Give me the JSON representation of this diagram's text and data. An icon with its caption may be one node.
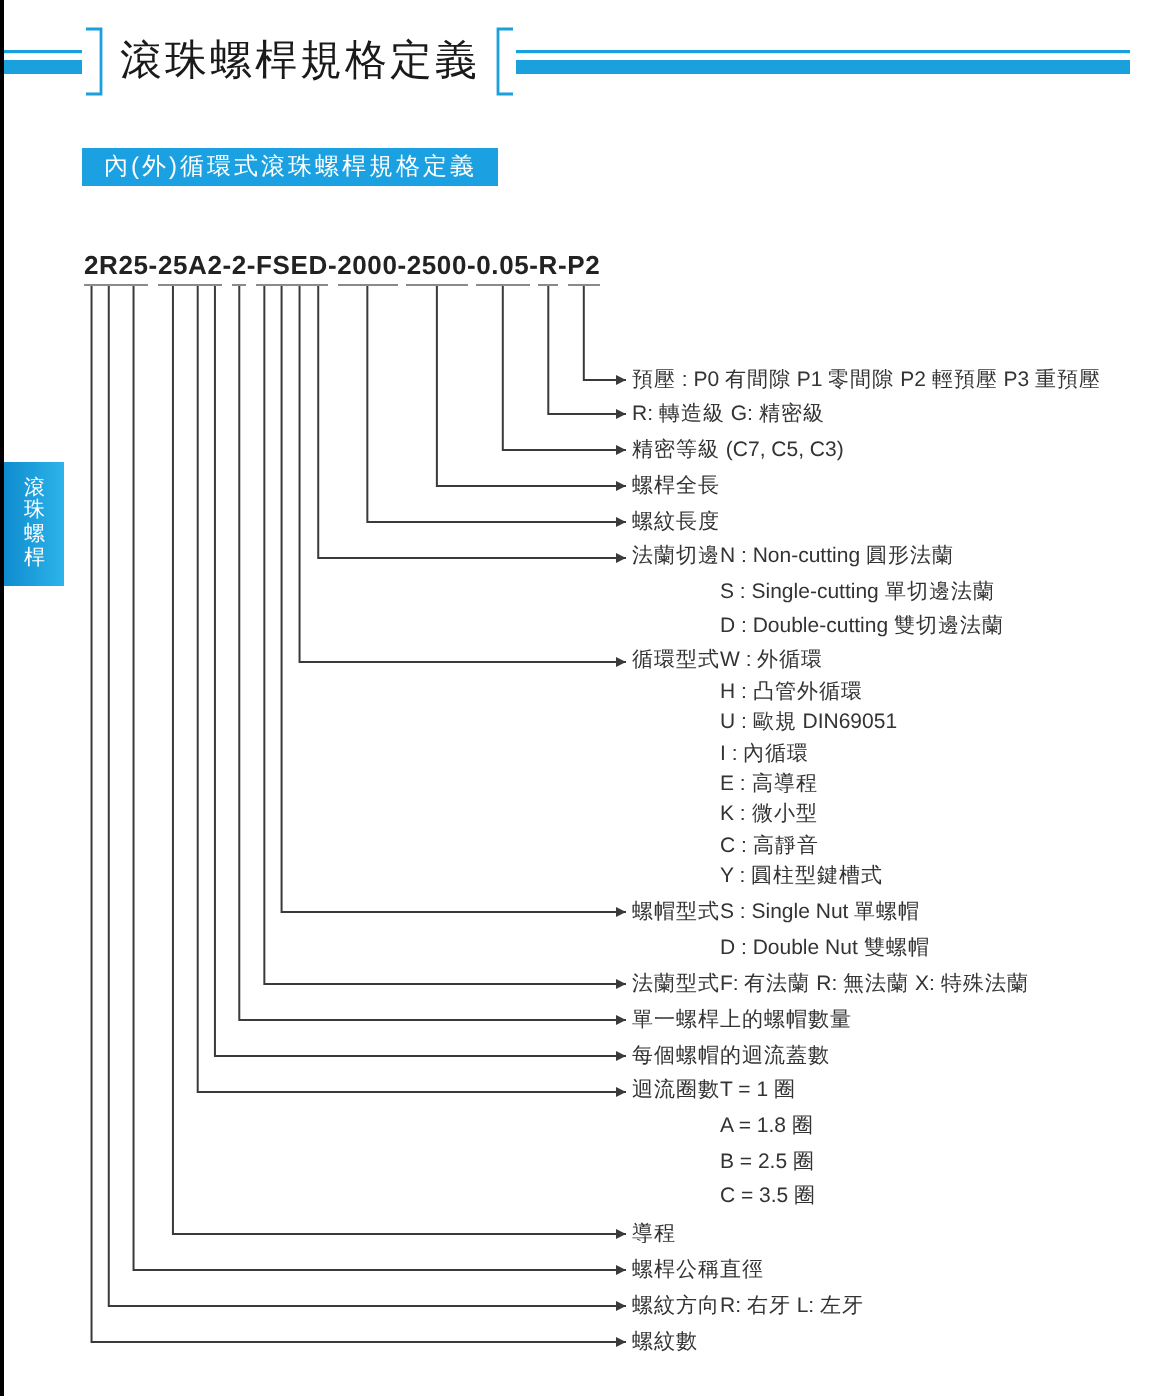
{
  "diagram": {
    "title": "滾珠螺桿規格定義",
    "nodes": [
      {
        "text": [
          "2"
        ]
      },
      {
        "text": [
          "R"
        ]
      },
      {
        "text": [
          "25"
        ]
      },
      {
        "text": [
          "25"
        ]
      },
      {
        "text": [
          "A"
        ]
      },
      {
        "text": [
          "2"
        ]
      },
      {
        "text": [
          "2"
        ]
      },
      {
        "text": [
          "F"
        ]
      },
      {
        "text": [
          "S"
        ]
      },
      {
        "text": [
          "E"
        ]
      },
      {
        "text": [
          "D"
        ]
      },
      {
        "text": [
          "2000"
        ]
      },
      {
        "text": [
          "2500"
        ]
      },
      {
        "text": [
          "0.05"
        ]
      },
      {
        "text": [
          "R"
        ]
      },
      {
        "text": [
          "P2"
        ]
      },
      {
        "text": [
          "預壓 : P0 有間隙 P1 零間隙 P2 輕預壓 P3 重預壓"
        ]
      },
      {
        "text": [
          "R: 轉造級 G: 精密級"
        ]
      },
      {
        "text": [
          "精密等級 (C7, C5, C3)"
        ]
      },
      {
        "text": [
          "螺桿全長"
        ]
      },
      {
        "text": [
          "螺紋長度"
        ]
      },
      {
        "text": [
          "法蘭切邊",
          "N : Non-cutting 圓形法蘭",
          "S : Single-cutting 單切邊法蘭",
          "D : Double-cutting 雙切邊法蘭"
        ]
      },
      {
        "text": [
          "循環型式",
          "W : 外循環",
          "H : 凸管外循環",
          "U : 歐規 DIN69051",
          "I : 內循環",
          "E : 高導程",
          "K : 微小型",
          "C : 高靜音",
          "Y : 圓柱型鍵槽式"
        ]
      },
      {
        "text": [
          "螺帽型式",
          "S : Single Nut 單螺帽",
          "D : Double Nut 雙螺帽"
        ]
      },
      {
        "text": [
          "法蘭型式",
          "F: 有法蘭 R: 無法蘭 X: 特殊法蘭"
        ]
      },
      {
        "text": [
          "單一螺桿上的螺帽數量"
        ]
      },
      {
        "text": [
          "每個螺帽的迴流蓋數"
        ]
      },
      {
        "text": [
          "迴流圈數",
          "T = 1 圈",
          "A = 1.8 圈",
          "B = 2.5 圈",
          "C = 3.5 圈"
        ]
      },
      {
        "text": [
          "導程"
        ]
      },
      {
        "text": [
          "螺桿公稱直徑"
        ]
      },
      {
        "text": [
          "螺紋方向",
          "R: 右牙 L: 左牙"
        ]
      },
      {
        "text": [
          "螺紋數"
        ]
      }
    ],
    "edges": [
      {
        "from": 15,
        "to": 16,
        "arrow": "to"
      },
      {
        "from": 14,
        "to": 17,
        "arrow": "to"
      },
      {
        "from": 13,
        "to": 18,
        "arrow": "to"
      },
      {
        "from": 12,
        "to": 19,
        "arrow": "to"
      },
      {
        "from": 11,
        "to": 20,
        "arrow": "to"
      },
      {
        "from": 10,
        "to": 21,
        "arrow": "to"
      },
      {
        "from": 9,
        "to": 22,
        "arrow": "to"
      },
      {
        "from": 8,
        "to": 23,
        "arrow": "to"
      },
      {
        "from": 7,
        "to": 24,
        "arrow": "to"
      },
      {
        "from": 6,
        "to": 25,
        "arrow": "to"
      },
      {
        "from": 5,
        "to": 26,
        "arrow": "to"
      },
      {
        "from": 4,
        "to": 27,
        "arrow": "to"
      },
      {
        "from": 3,
        "to": 28,
        "arrow": "to"
      },
      {
        "from": 2,
        "to": 29,
        "arrow": "to"
      },
      {
        "from": 1,
        "to": 30,
        "arrow": "to"
      },
      {
        "from": 0,
        "to": 31,
        "arrow": "to"
      }
    ],
    "labels": [
      "內(外)循環式滾珠螺桿規格定義",
      "-",
      "-",
      "-",
      "-",
      "-",
      "-",
      "-",
      "-",
      "滾珠螺桿"
    ]
  }
}
